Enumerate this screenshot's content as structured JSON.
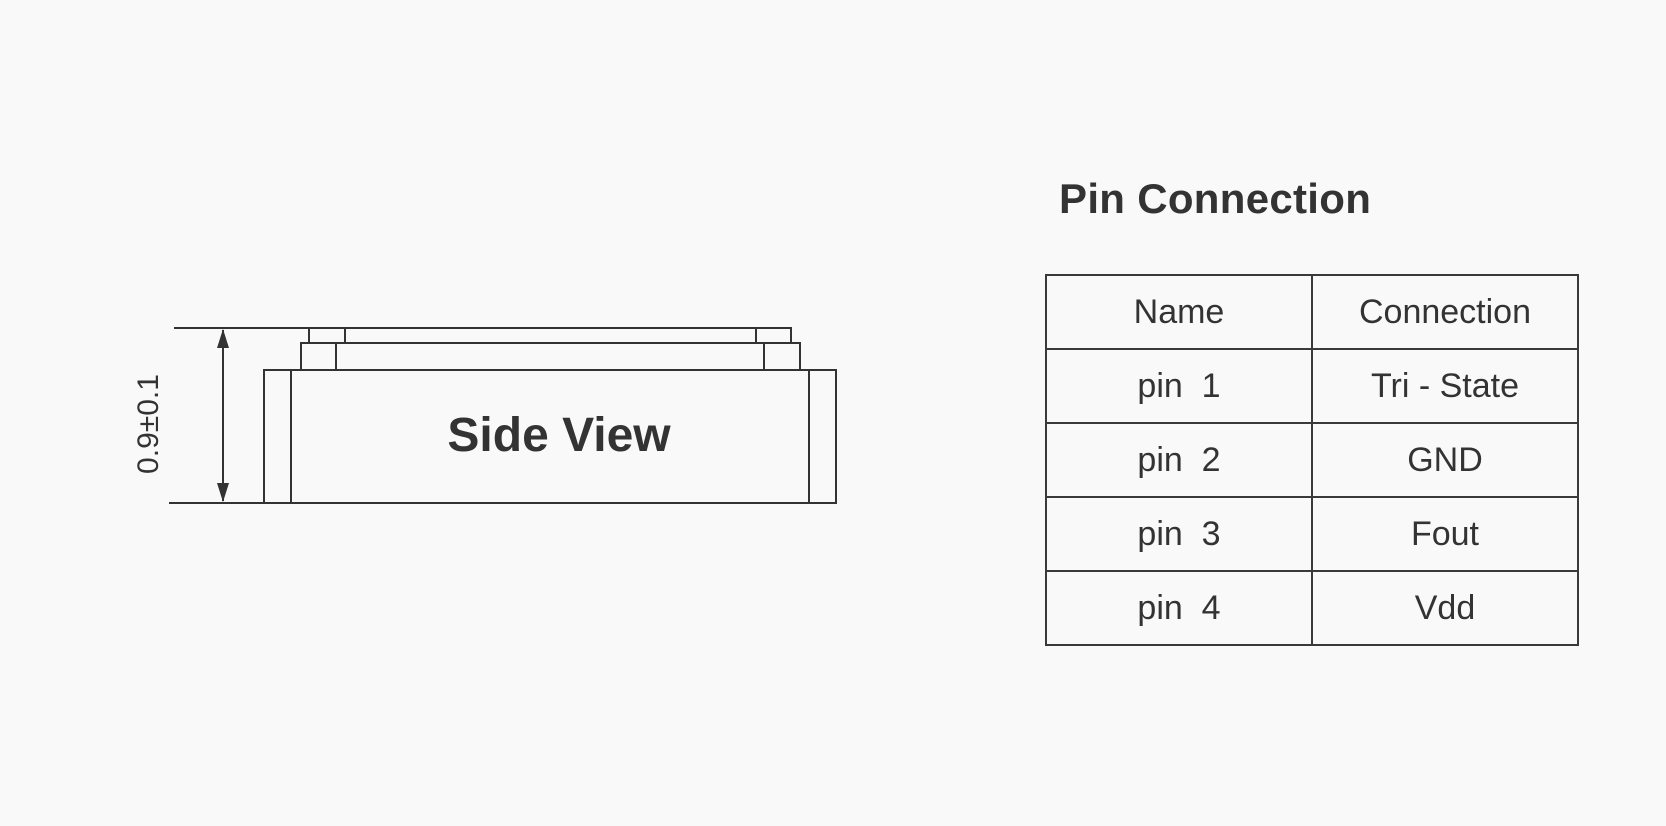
{
  "diagram": {
    "label": "Side View",
    "dimension": "0.9±0.1"
  },
  "pin_connection": {
    "title": "Pin Connection",
    "headers": [
      "Name",
      "Connection"
    ],
    "rows": [
      [
        "pin  1",
        "Tri - State"
      ],
      [
        "pin  2",
        "GND"
      ],
      [
        "pin  3",
        "Fout"
      ],
      [
        "pin  4",
        "Vdd"
      ]
    ]
  },
  "colors": {
    "stroke": "#333333",
    "background": "#f9f9f9"
  }
}
